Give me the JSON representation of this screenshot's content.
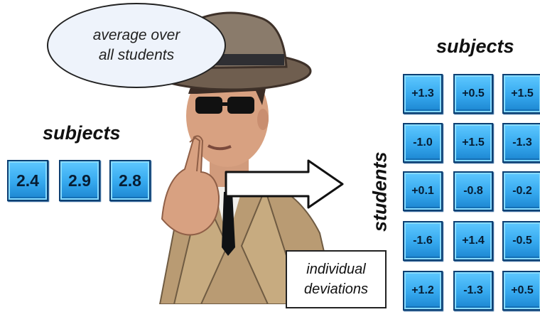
{
  "bubble": {
    "line1": "average over",
    "line2": "all students"
  },
  "left_heading": "subjects",
  "right_heading": "subjects",
  "students_label": "students",
  "averages": [
    "2.4",
    "2.9",
    "2.8"
  ],
  "deviations": [
    [
      "+1.3",
      "+0.5",
      "+1.5"
    ],
    [
      "-1.0",
      "+1.5",
      "-1.3"
    ],
    [
      "+0.1",
      "-0.8",
      "-0.2"
    ],
    [
      "-1.6",
      "+1.4",
      "-0.5"
    ],
    [
      "+1.2",
      "-1.3",
      "+0.5"
    ]
  ],
  "caption": {
    "line1": "individual",
    "line2": "deviations"
  },
  "icons": {
    "figure": "detective-thinking-icon",
    "arrow": "right-arrow-icon"
  },
  "colors": {
    "tile_fill": "#35a8ee",
    "tile_border": "#0c3f72",
    "text": "#111111"
  }
}
